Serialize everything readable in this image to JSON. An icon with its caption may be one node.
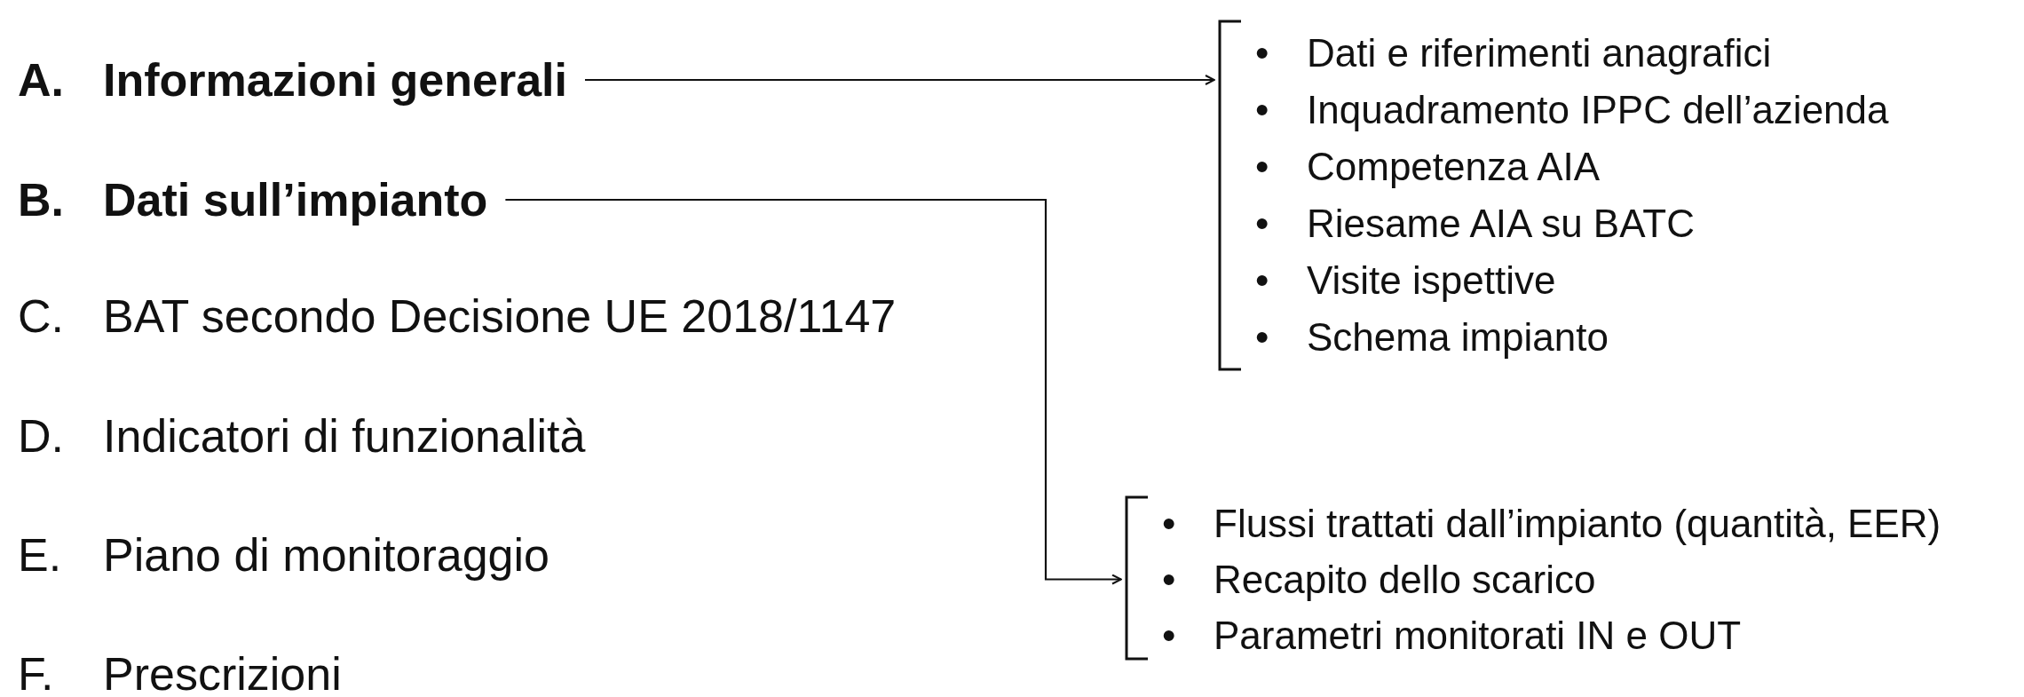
{
  "diagram": {
    "nodes": [
      {
        "text": [
          "A.",
          "Informazioni generali"
        ]
      },
      {
        "text": [
          "B.",
          "Dati sull’impianto"
        ]
      },
      {
        "text": [
          "C.",
          "BAT secondo Decisione UE 2018/1147"
        ]
      },
      {
        "text": [
          "D.",
          "Indicatori di funzionalità"
        ]
      },
      {
        "text": [
          "E.",
          "Piano di monitoraggio"
        ]
      },
      {
        "text": [
          "F.",
          "Prescrizioni"
        ]
      },
      {
        "text": [
          "Dati e riferimenti anagrafici",
          "Inquadramento IPPC dell’azienda",
          "Competenza AIA",
          "Riesame AIA su BATC",
          "Visite ispettive",
          "Schema impianto"
        ]
      },
      {
        "text": [
          "Flussi trattati dall’impianto (quantità, EER)",
          "Recapito dello scarico",
          "Parametri monitorati IN e OUT"
        ]
      }
    ],
    "edges": [
      {
        "from": 0,
        "to": 6,
        "arrow": "to"
      },
      {
        "from": 1,
        "to": 7,
        "arrow": "to"
      }
    ],
    "labels": [
      "•",
      "•",
      "•",
      "•",
      "•",
      "•",
      "•",
      "•",
      "•"
    ]
  }
}
